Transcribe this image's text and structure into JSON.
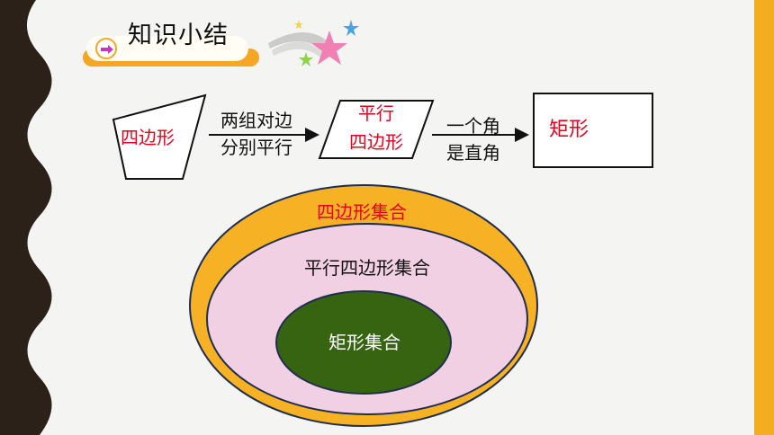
{
  "slide": {
    "title": "知识小结",
    "colors": {
      "accent": "#f5a623",
      "red": "#e8001c",
      "outer_set": "#f7b124",
      "middle_set": "#f2d0e3",
      "inner_set": "#366410"
    }
  },
  "flow": {
    "quadrilateral": "四边形",
    "step1_line1": "两组对边",
    "step1_line2": "分别平行",
    "parallelogram_line1": "平行",
    "parallelogram_line2": "四边形",
    "step2_line1": "一个角",
    "step2_line2": "是直角",
    "rectangle": "矩形"
  },
  "sets": {
    "outer": "四边形集合",
    "middle": "平行四边形集合",
    "inner": "矩形集合"
  }
}
